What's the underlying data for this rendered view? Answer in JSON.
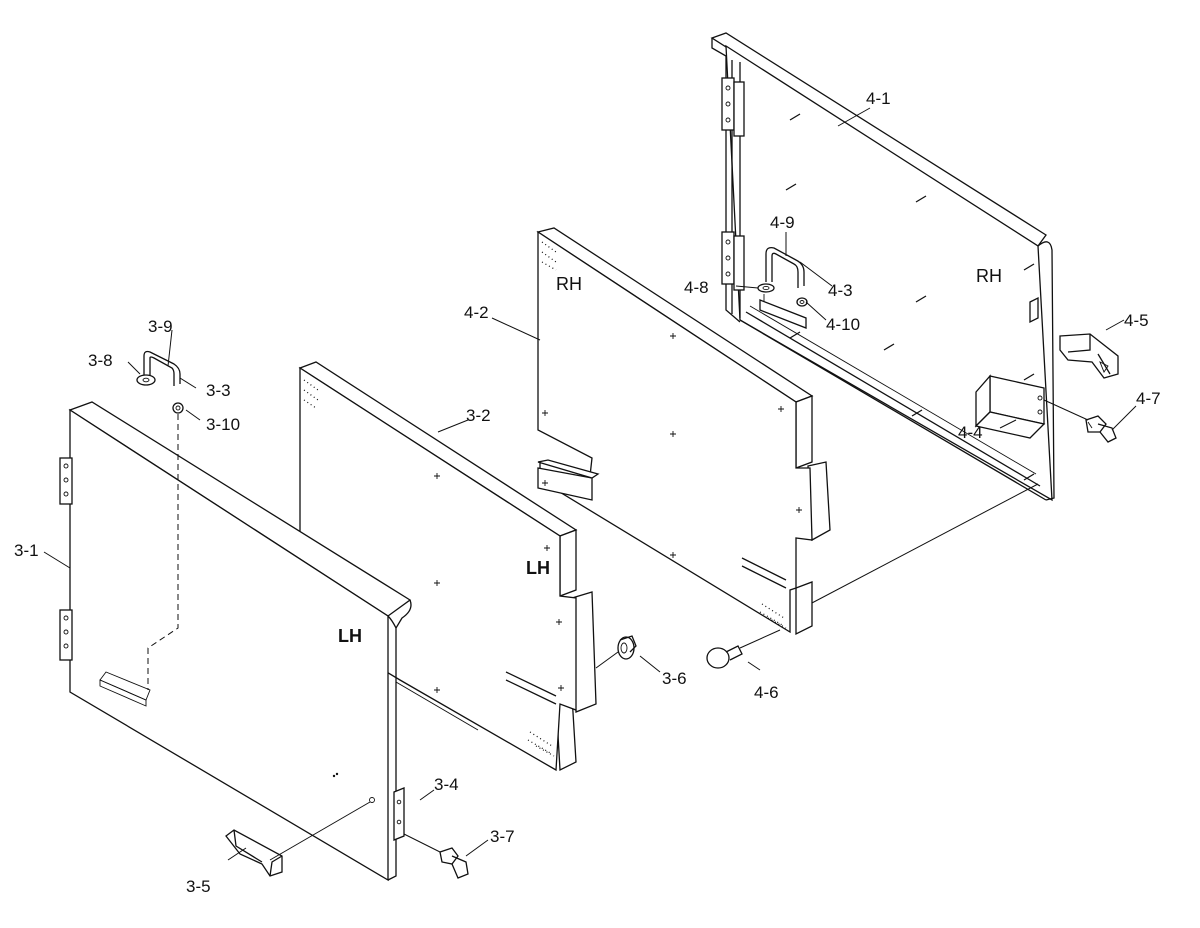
{
  "labels": {
    "p3_1": "3-1",
    "p3_2": "3-2",
    "p3_3": "3-3",
    "p3_4": "3-4",
    "p3_5": "3-5",
    "p3_6": "3-6",
    "p3_7": "3-7",
    "p3_8": "3-8",
    "p3_9": "3-9",
    "p3_10": "3-10",
    "p4_1": "4-1",
    "p4_2": "4-2",
    "p4_3": "4-3",
    "p4_4": "4-4",
    "p4_5": "4-5",
    "p4_6": "4-6",
    "p4_7": "4-7",
    "p4_8": "4-8",
    "p4_9": "4-9",
    "p4_10": "4-10"
  },
  "sides": {
    "left_door": "LH",
    "left_insulation": "LH",
    "right_insulation": "RH",
    "right_door": "RH"
  }
}
